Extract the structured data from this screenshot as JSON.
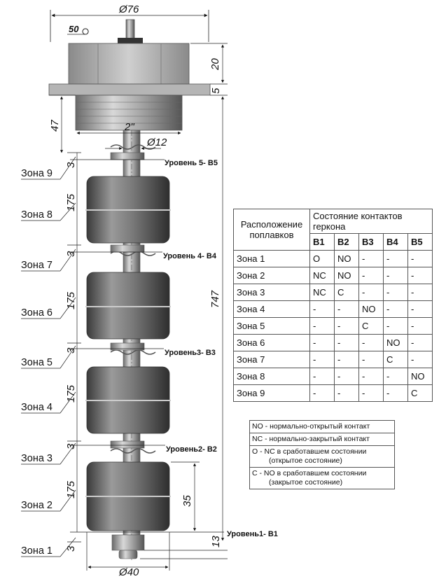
{
  "dimensions": {
    "outer_diameter": "Ø76",
    "wrench": "50",
    "head_height": "20",
    "flange": "5",
    "thread_offset": "47",
    "thread": "2\"",
    "rod_diameter": "Ø12",
    "total_length": "747",
    "float_spacing": "175",
    "gap": "3",
    "float_height": "35",
    "bottom": "13",
    "float_diameter": "Ø40"
  },
  "levels": [
    "Уровень 5- В5",
    "Уровень 4- В4",
    "Уровень3- В3",
    "Уровень2- В2",
    "Уровень1- В1"
  ],
  "zones": [
    "Зона 9",
    "Зона 8",
    "Зона 7",
    "Зона 6",
    "Зона 5",
    "Зона 4",
    "Зона 3",
    "Зона 2",
    "Зона 1"
  ],
  "table": {
    "location_header_1": "Расположение",
    "location_header_2": "поплавков",
    "state_header_1": "Состояние контактов",
    "state_header_2": "геркона",
    "columns": [
      "В1",
      "В2",
      "В3",
      "В4",
      "В5"
    ],
    "rows": [
      {
        "zone": "Зона 1",
        "values": [
          "O",
          "NO",
          "-",
          "-",
          "-"
        ]
      },
      {
        "zone": "Зона 2",
        "values": [
          "NC",
          "NO",
          "-",
          "-",
          "-"
        ]
      },
      {
        "zone": "Зона 3",
        "values": [
          "NC",
          "C",
          "-",
          "-",
          "-"
        ]
      },
      {
        "zone": "Зона 4",
        "values": [
          "-",
          "-",
          "NO",
          "-",
          "-"
        ]
      },
      {
        "zone": "Зона 5",
        "values": [
          "-",
          "-",
          "C",
          "-",
          "-"
        ]
      },
      {
        "zone": "Зона 6",
        "values": [
          "-",
          "-",
          "-",
          "NO",
          "-"
        ]
      },
      {
        "zone": "Зона 7",
        "values": [
          "-",
          "-",
          "-",
          "C",
          "-"
        ]
      },
      {
        "zone": "Зона 8",
        "values": [
          "-",
          "-",
          "-",
          "-",
          "NO"
        ]
      },
      {
        "zone": "Зона 9",
        "values": [
          "-",
          "-",
          "-",
          "-",
          "C"
        ]
      }
    ]
  },
  "legend": [
    {
      "line1": "NO - нормально-открытый контакт",
      "line2": ""
    },
    {
      "line1": "NC - нормально-закрытый контакт",
      "line2": ""
    },
    {
      "line1": "O - NC в сработавшем состоянии",
      "line2": "(открытое состояние)"
    },
    {
      "line1": "C - NO в сработавшем состоянии",
      "line2": "(закрытое состояние)"
    }
  ]
}
